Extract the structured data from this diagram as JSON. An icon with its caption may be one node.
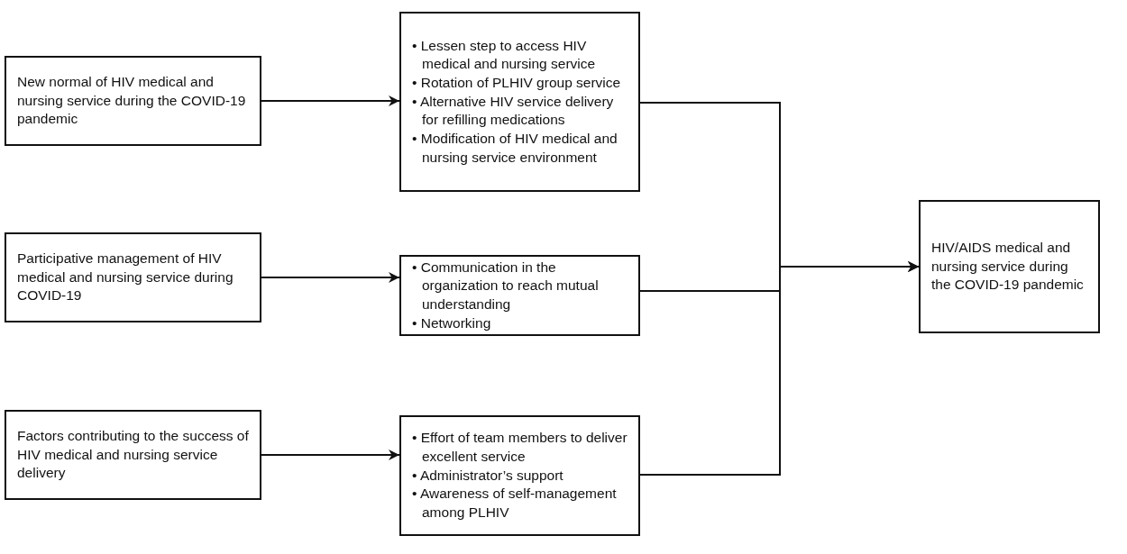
{
  "diagram": {
    "nodes": [
      {
        "text": [
          "New normal of HIV medical and nursing service during the COVID-19 pandemic"
        ]
      },
      {
        "text": [
          "Participative management of HIV medical and nursing service during COVID-19"
        ]
      },
      {
        "text": [
          "Factors contributing to the success of HIV medical and nursing service delivery"
        ]
      },
      {
        "text": [
          "• Lessen step to access HIV medical and nursing service",
          "• Rotation of PLHIV group service",
          "• Alternative HIV service delivery for refilling medications",
          "• Modification of HIV medical and nursing service environment"
        ]
      },
      {
        "text": [
          "• Communication in the organization to reach mutual understanding",
          "• Networking"
        ]
      },
      {
        "text": [
          "• Effort of team members to deliver excellent service",
          "• Administrator’s support",
          "• Awareness of self-management among PLHIV"
        ]
      },
      {
        "text": [
          "HIV/AIDS medical and nursing service during the COVID-19 pandemic"
        ]
      }
    ],
    "edges": [
      {
        "from": 0,
        "to": 3,
        "arrow": "to"
      },
      {
        "from": 1,
        "to": 4,
        "arrow": "to"
      },
      {
        "from": 2,
        "to": 5,
        "arrow": "to"
      },
      {
        "from": 3,
        "to": 6,
        "arrow": "to"
      },
      {
        "from": 4,
        "to": 6,
        "arrow": "to"
      },
      {
        "from": 5,
        "to": 6,
        "arrow": "to"
      }
    ]
  }
}
